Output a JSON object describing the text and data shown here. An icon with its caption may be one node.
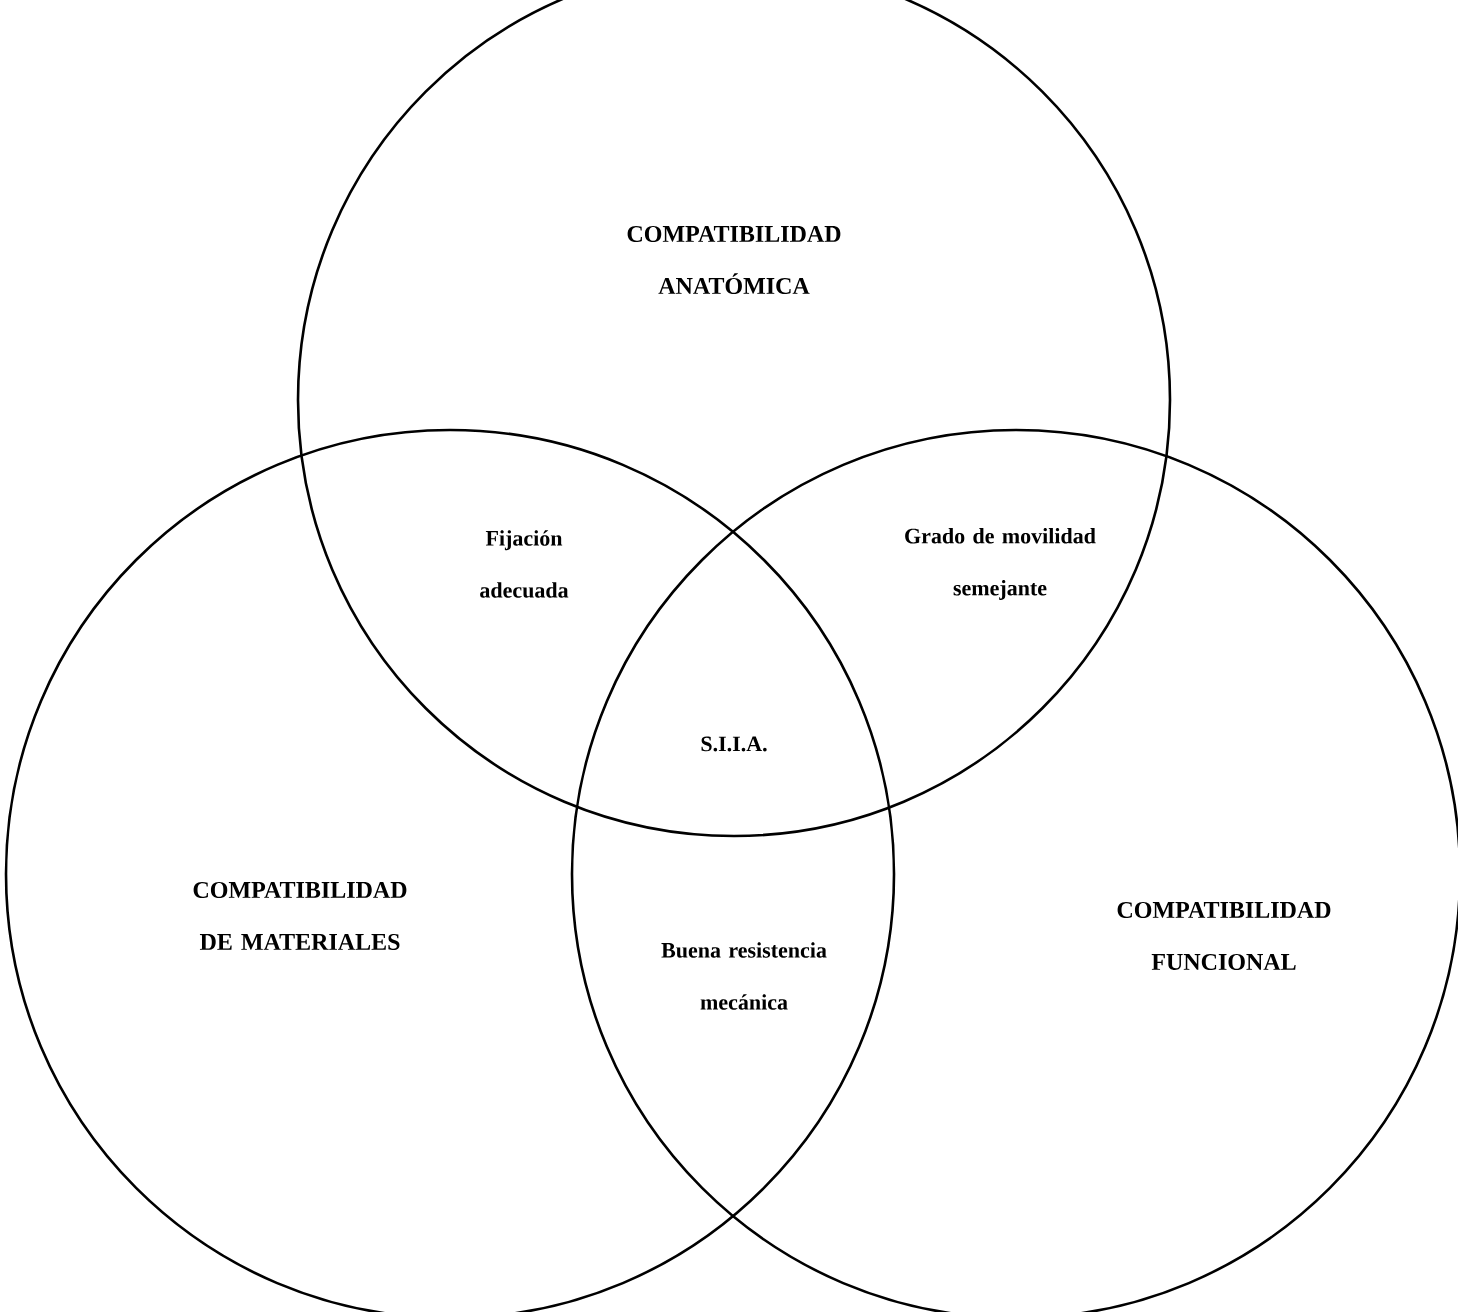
{
  "diagram": {
    "nodes": [
      {
        "text": [
          "COMPATIBILIDAD ANATÓMICA"
        ]
      },
      {
        "text": [
          "COMPATIBILIDAD DE MATERIALES"
        ]
      },
      {
        "text": [
          "COMPATIBILIDAD FUNCIONAL"
        ]
      }
    ],
    "labels": [
      "Fijación adecuada",
      "Grado de movilidad semejante",
      "S.I.I.A.",
      "Buena resistencia mecánica"
    ]
  }
}
